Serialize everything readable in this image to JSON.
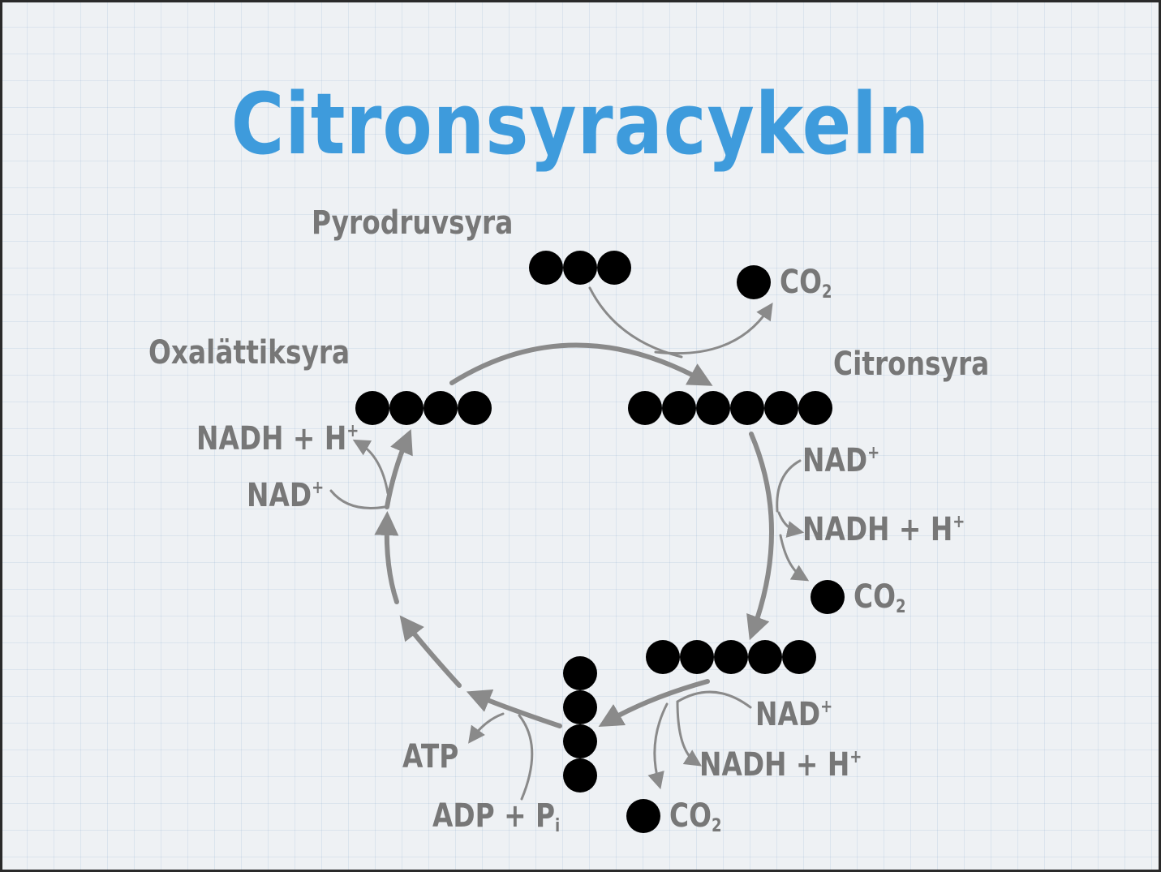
{
  "title": "Citronsyracykeln",
  "compounds": {
    "pyruvic_acid": "Pyrodruvsyra",
    "oxaloacetic_acid": "Oxalättiksyra",
    "citric_acid": "Citronsyra"
  },
  "co2_top": {
    "base": "CO",
    "sub": "2"
  },
  "co2_right": {
    "base": "CO",
    "sub": "2"
  },
  "co2_bottom": {
    "base": "CO",
    "sub": "2"
  },
  "right_step1": {
    "nad_base": "NAD",
    "nad_sup": "+",
    "nadh_base": "NADH + H",
    "nadh_sup": "+"
  },
  "bottom_step": {
    "nad_base": "NAD",
    "nad_sup": "+",
    "nadh_base": "NADH + H",
    "nadh_sup": "+"
  },
  "left_step": {
    "nad_base": "NAD",
    "nad_sup": "+",
    "nadh_base": "NADH + H",
    "nadh_sup": "+"
  },
  "atp_step": {
    "atp": "ATP",
    "adp_base": "ADP + P",
    "adp_sub": "i"
  },
  "colors": {
    "title": "#3e9bdc",
    "label": "#777777",
    "arrow": "#8a8a8a",
    "atom": "#000000"
  }
}
